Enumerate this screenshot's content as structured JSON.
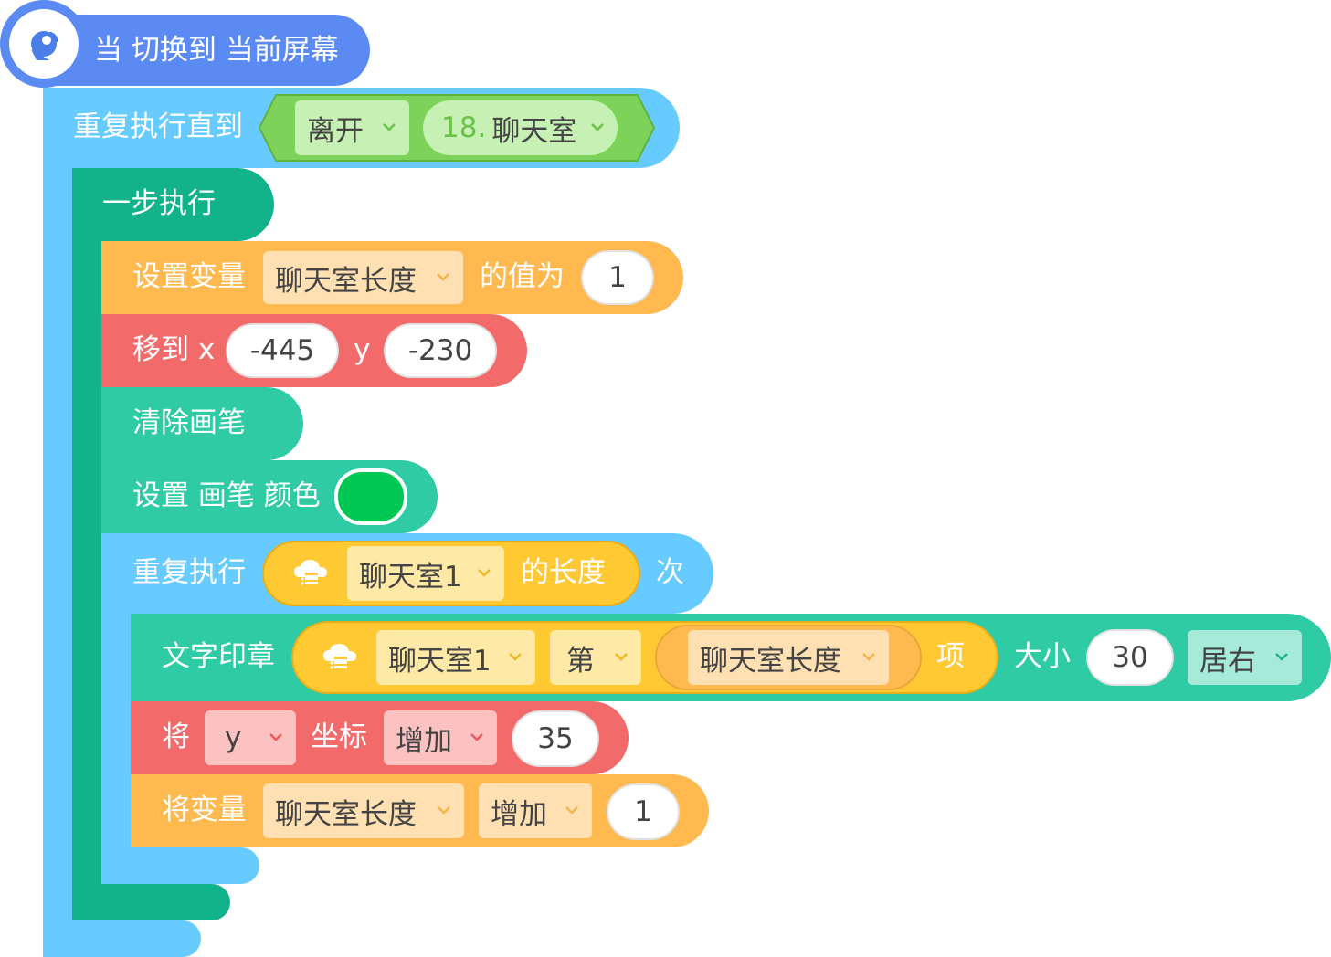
{
  "hat": {
    "label": "当 切换到 当前屏幕",
    "icon": "satellite-dish-icon"
  },
  "repeat_until": {
    "label": "重复执行直到",
    "event_value": "离开",
    "screen_number": "18.",
    "screen_name": "聊天室"
  },
  "step_exec": {
    "label": "一步执行"
  },
  "set_var": {
    "label": "设置变量",
    "var": "聊天室长度",
    "mid": "的值为",
    "value": "1"
  },
  "goto": {
    "label_x": "移到 x",
    "x": "-445",
    "label_y": "y",
    "y": "-230"
  },
  "clear_pen": {
    "label": "清除画笔"
  },
  "pen_color": {
    "label": "设置 画笔 颜色",
    "color": "#00c853"
  },
  "repeat_n": {
    "label": "重复执行",
    "list": "聊天室1",
    "length_label": "的长度",
    "suffix": "次",
    "icon": "cloud-list-icon"
  },
  "stamp_text": {
    "label": "文字印章",
    "list": "聊天室1",
    "index_mode": "第",
    "index_var": "聊天室长度",
    "item_label": "项",
    "size_label": "大小",
    "size": "30",
    "align": "居右",
    "icon": "cloud-list-icon"
  },
  "change_y": {
    "label": "将",
    "axis": "y",
    "coord_label": "坐标",
    "op": "增加",
    "value": "35"
  },
  "change_var": {
    "label": "将变量",
    "var": "聊天室长度",
    "op": "增加",
    "value": "1"
  },
  "colors": {
    "event": "#5b8bf2",
    "control": "#67cbff",
    "step": "#12b38a",
    "variable": "#ffb94f",
    "motion": "#f26a6a",
    "pen": "#2ecba5",
    "list": "#ffc933",
    "operator": "#7dd35a"
  }
}
